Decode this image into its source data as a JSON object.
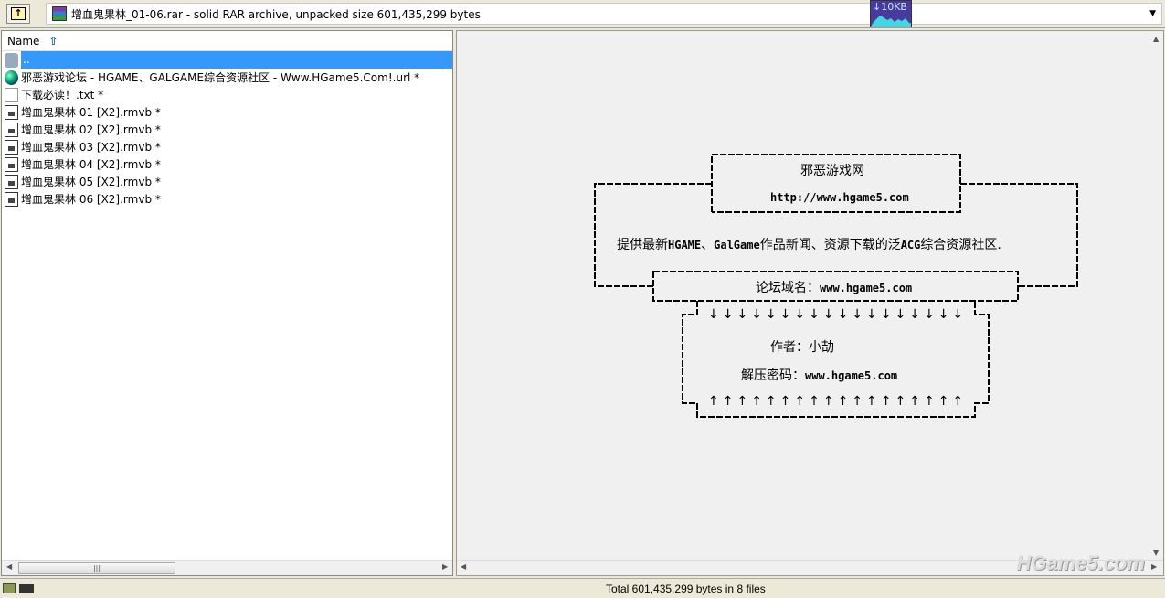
{
  "toolbar": {
    "address": "增血鬼果林_01-06.rar - solid RAR archive, unpacked size 601,435,299 bytes",
    "meter_label": "↓10KB"
  },
  "list": {
    "column": "Name",
    "sort_icon": "⇧",
    "items": [
      {
        "name": "..",
        "icon": "up-folder"
      },
      {
        "name": "邪恶游戏论坛 - HGAME、GALGAME综合资源社区 - Www.HGame5.Com!.url *",
        "icon": "globe"
      },
      {
        "name": "下载必读！.txt *",
        "icon": "text-file"
      },
      {
        "name": "增血鬼果林 01 [X2].rmvb *",
        "icon": "media-file"
      },
      {
        "name": "增血鬼果林 02 [X2].rmvb *",
        "icon": "media-file"
      },
      {
        "name": "增血鬼果林 03 [X2].rmvb *",
        "icon": "media-file"
      },
      {
        "name": "增血鬼果林 04 [X2].rmvb *",
        "icon": "media-file"
      },
      {
        "name": "增血鬼果林 05 [X2].rmvb *",
        "icon": "media-file"
      },
      {
        "name": "增血鬼果林 06 [X2].rmvb *",
        "icon": "media-file"
      }
    ]
  },
  "preview": {
    "site_name": "邪恶游戏网",
    "site_url": "http://www.hgame5.com",
    "desc_a": "提供最新",
    "desc_b": "HGAME",
    "desc_c": "、",
    "desc_d": "GalGame",
    "desc_e": "作品新闻、资源下载的泛",
    "desc_f": "ACG",
    "desc_g": "综合资源社区.",
    "forum_label": "论坛域名：",
    "forum_url": "www.hgame5.com",
    "down_arrows": "↓↓↓↓↓↓↓↓↓↓↓↓↓↓↓↓↓↓",
    "author": "作者：小劼",
    "pwd_label": "解压密码：",
    "pwd": "www.hgame5.com",
    "up_arrows": "↑↑↑↑↑↑↑↑↑↑↑↑↑↑↑↑↑↑"
  },
  "status": {
    "total": "Total 601,435,299 bytes in 8 files",
    "watermark": "HGame5.com"
  }
}
